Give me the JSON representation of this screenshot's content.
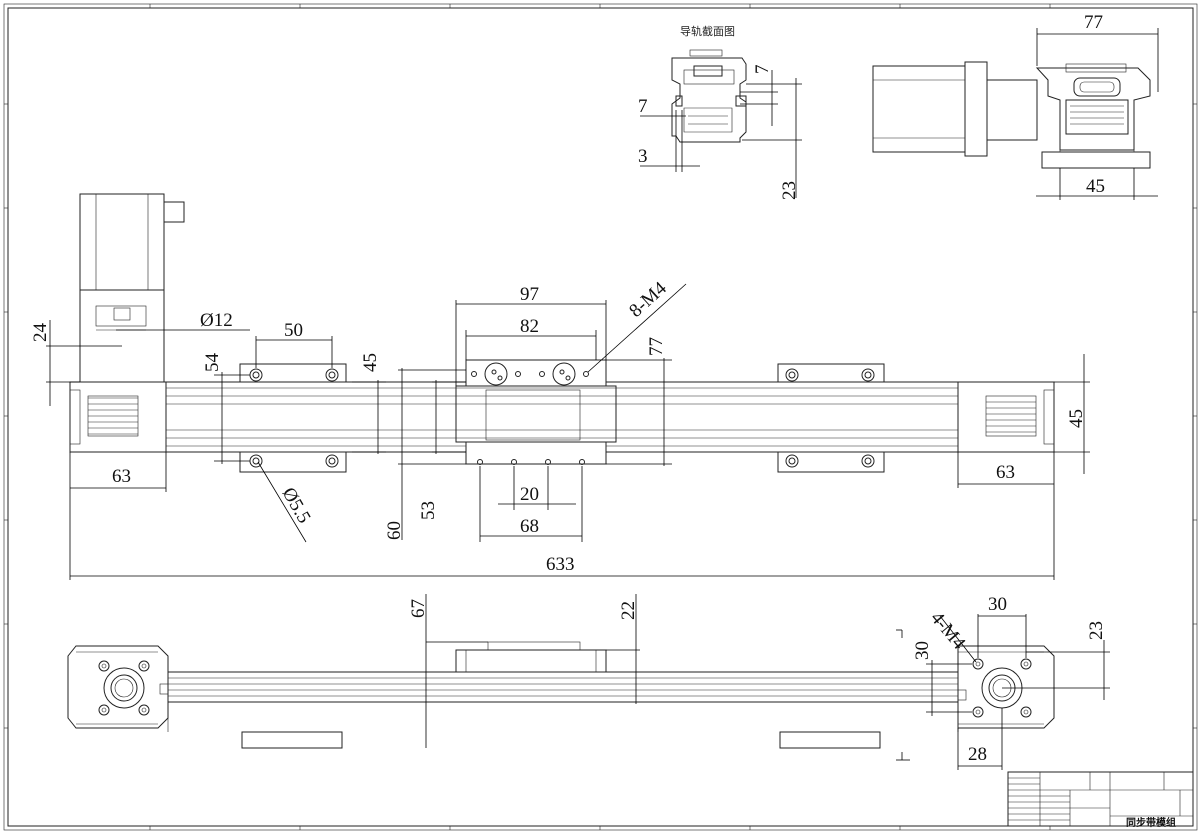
{
  "caption": "导轨截面图",
  "dimensions": {
    "rail_width": "7",
    "rail_slot_depth": "7",
    "rail_edge": "3",
    "section_height": "23",
    "side_total_width": "77",
    "side_base_width": "45",
    "motor_offset": "24",
    "shaft_dia": "Ø12",
    "mount_spacing": "50",
    "mount_height": "54",
    "profile_height": "45",
    "carriage_length": "97",
    "carriage_hole_spacing": "82",
    "carriage_thread": "8-M4",
    "carriage_width": "77",
    "end_block_left": "63",
    "mount_hole_dia": "Ø5.5",
    "carriage_inner_height": "53",
    "carriage_outer_height": "60",
    "bottom_hole_spacing": "20",
    "bottom_hole_span": "68",
    "end_block_right": "63",
    "end_height": "45",
    "total_length": "633",
    "front_height": "67",
    "carriage_top": "22",
    "end_thread": "4-M4",
    "end_hole_spacing": "30",
    "end_hole_vspacing": "30",
    "end_offset": "23",
    "end_bottom": "28"
  },
  "title_block": {
    "title": "同步带模组"
  },
  "colors": {
    "line": "#222222",
    "background": "#ffffff"
  }
}
